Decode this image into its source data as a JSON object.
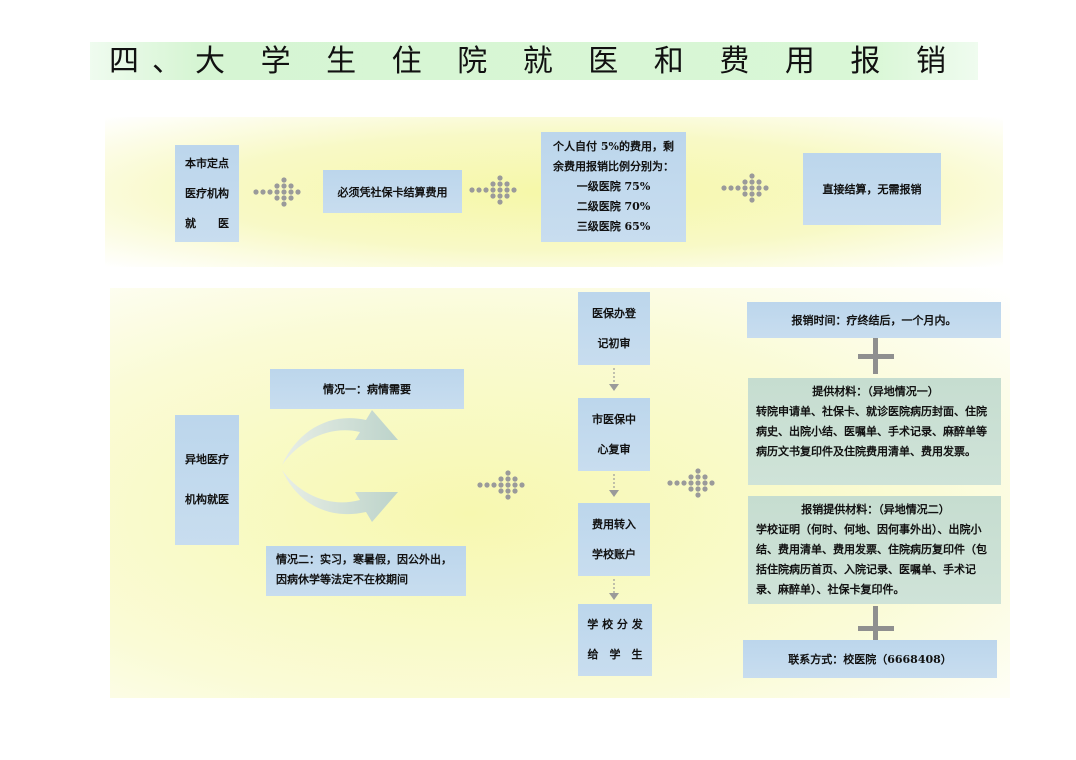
{
  "title": "四、大 学 生 住 院 就 医 和 费 用 报 销",
  "local": {
    "start": [
      "本市定点",
      "医疗机构",
      "就　　医"
    ],
    "step1": "必须凭社保卡结算费用",
    "step2": [
      "个人自付 5%的费用，剩",
      "余费用报销比例分别为：",
      "一级医院 75%",
      "二级医院 70%",
      "三级医院 65%"
    ],
    "step3": "直接结算，无需报销"
  },
  "remote": {
    "start": [
      "异地医疗",
      "机构就医"
    ],
    "case1": "情况一：病情需要",
    "case2": [
      "情况二：实习，寒暑假，因公外出，",
      "因病休学等法定不在校期间"
    ],
    "flow": [
      [
        "医保办登",
        "记初审"
      ],
      [
        "市医保中",
        "心复审"
      ],
      [
        "费用转入",
        "学校账户"
      ],
      [
        "学 校 分 发",
        "给　学　生"
      ]
    ],
    "time": "报销时间：疗终结后，一个月内。",
    "material1_title": "提供材料：（异地情况一）",
    "material1_body": "转院申请单、社保卡、就诊医院病历封面、住院病史、出院小结、医嘱单、手术记录、麻醉单等病历文书复印件及住院费用清单、费用发票。",
    "material2_title": "报销提供材料：（异地情况二）",
    "material2_body": "学校证明（何时、何地、因何事外出）、出院小结、费用清单、费用发票、住院病历复印件（包括住院病历首页、入院记录、医嘱单、手术记录、麻醉单）、社保卡复印件。",
    "contact": "联系方式：校医院（6668408）"
  },
  "colors": {
    "box": "#bcd6ec",
    "box_green": "#c6ddd0",
    "arrow": "#9a9a9a",
    "title_band": "#d6f5d3",
    "yellow": "#f6f8a8"
  }
}
